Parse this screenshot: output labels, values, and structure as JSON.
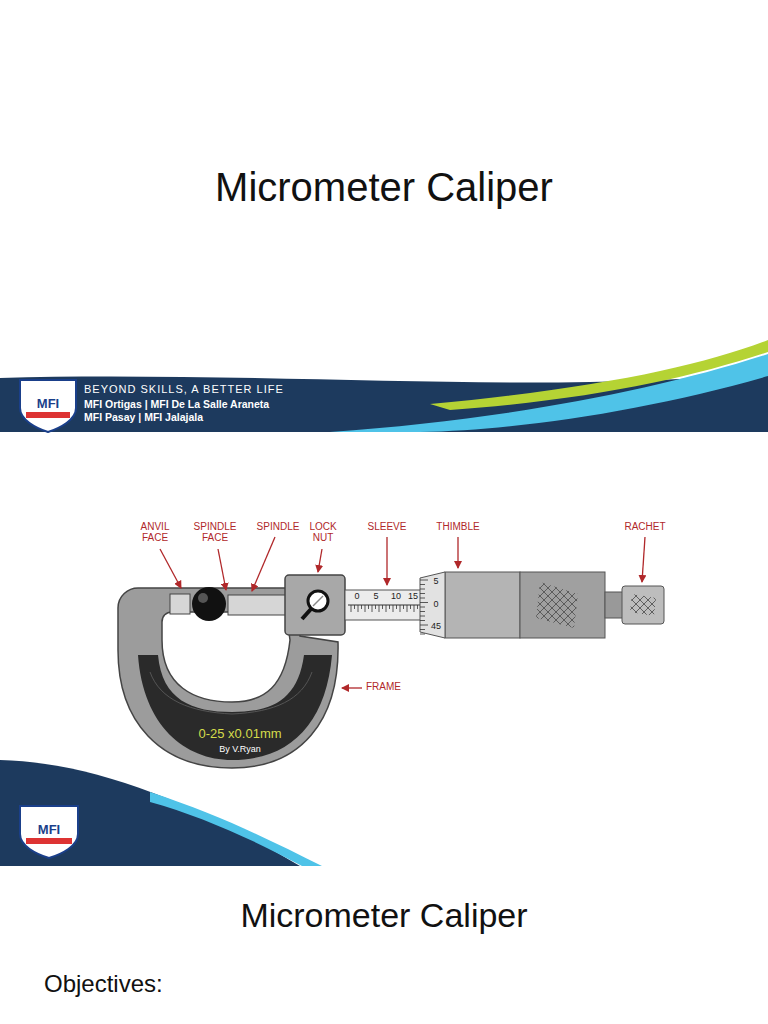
{
  "diagram": {
    "title": "Micrometer Caliper",
    "labels": [
      "MFI",
      "BEYOND SKILLS, A BETTER LIFE",
      "MFI Ortigas | MFI De La Salle Araneta",
      "MFI Pasay | MFI Jalajala",
      "ANVIL FACE",
      "SPINDLE FACE",
      "SPINDLE",
      "LOCK NUT",
      "SLEEVE",
      "THIMBLE",
      "RACHET",
      "FRAME",
      "0",
      "5",
      "10",
      "15",
      "5",
      "0",
      "45",
      "0-25 x0.01mm",
      "By V.Ryan",
      "MFI",
      "Micrometer Caliper",
      "Objectives:"
    ]
  }
}
